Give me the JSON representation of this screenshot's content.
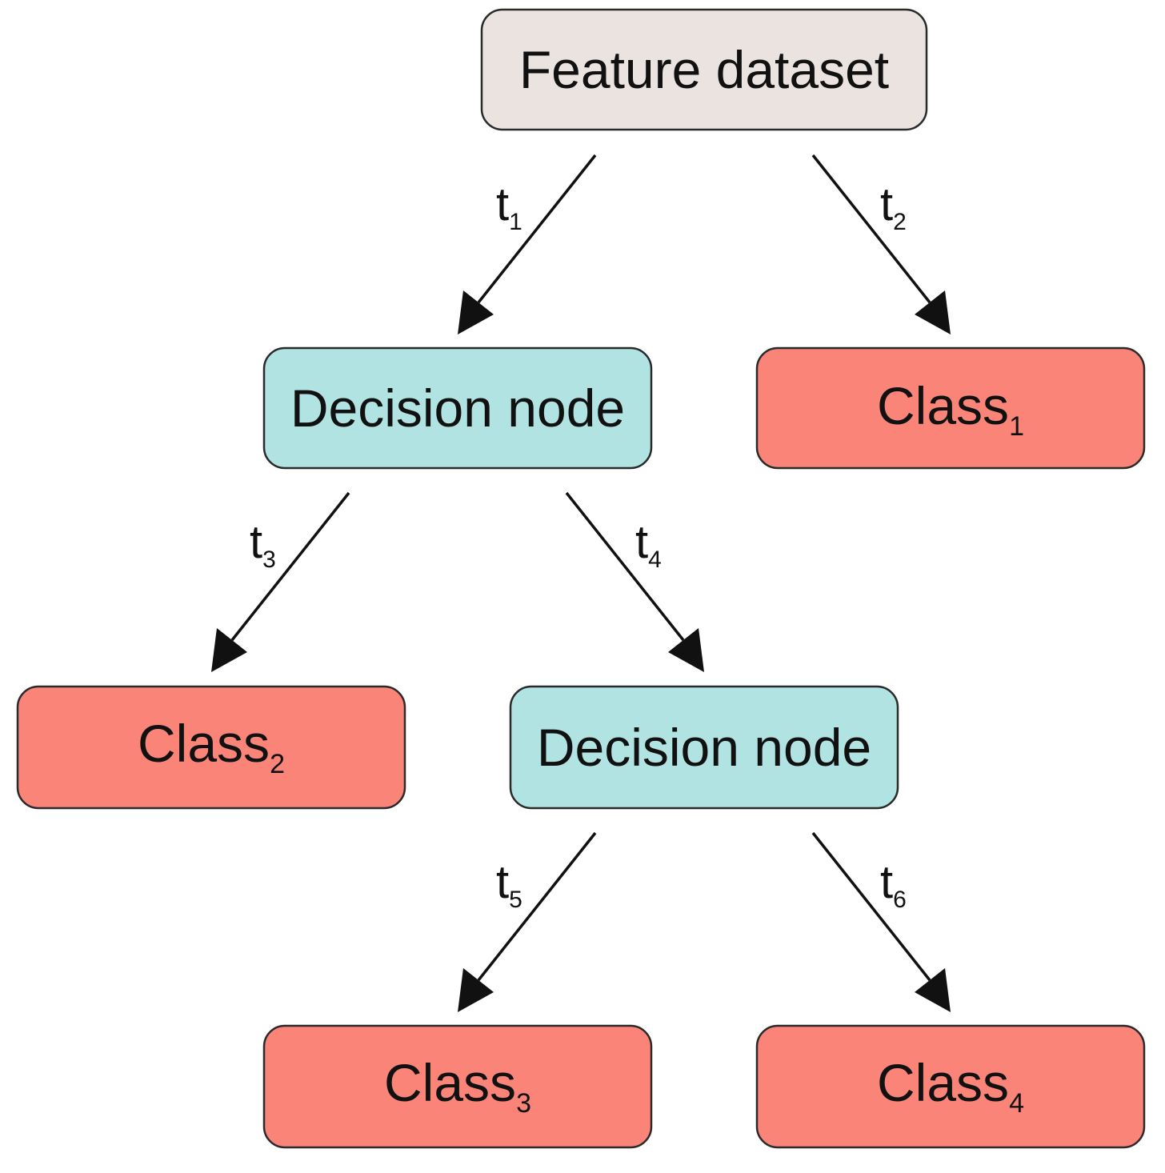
{
  "colors": {
    "root_fill": "#ebe3e0",
    "decision_fill": "#b0e3e2",
    "class_fill": "#fb8479",
    "stroke": "#2a2a2a",
    "arrow": "#111111"
  },
  "nodes": {
    "root": {
      "label": "Feature dataset",
      "sub": ""
    },
    "decision_1": {
      "label": "Decision node",
      "sub": ""
    },
    "class_1": {
      "label": "Class",
      "sub": "1"
    },
    "class_2": {
      "label": "Class",
      "sub": "2"
    },
    "decision_2": {
      "label": "Decision node",
      "sub": ""
    },
    "class_3": {
      "label": "Class",
      "sub": "3"
    },
    "class_4": {
      "label": "Class",
      "sub": "4"
    }
  },
  "edges": {
    "t1": {
      "label": "t",
      "sub": "1",
      "from": "Feature dataset",
      "to": "Decision node"
    },
    "t2": {
      "label": "t",
      "sub": "2",
      "from": "Feature dataset",
      "to": "Class1"
    },
    "t3": {
      "label": "t",
      "sub": "3",
      "from": "Decision node",
      "to": "Class2"
    },
    "t4": {
      "label": "t",
      "sub": "4",
      "from": "Decision node",
      "to": "Decision node"
    },
    "t5": {
      "label": "t",
      "sub": "5",
      "from": "Decision node",
      "to": "Class3"
    },
    "t6": {
      "label": "t",
      "sub": "6",
      "from": "Decision node",
      "to": "Class4"
    }
  }
}
